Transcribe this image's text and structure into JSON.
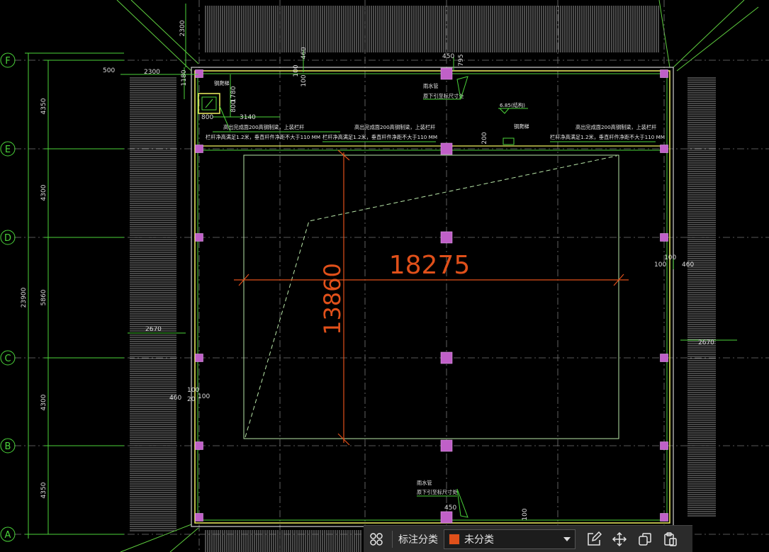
{
  "grid": {
    "axes": [
      "F",
      "E",
      "D",
      "C",
      "B",
      "A"
    ],
    "left_dims": [
      "4350",
      "4300",
      "5860",
      "4300",
      "4350"
    ],
    "total_dim": "23900"
  },
  "dims": {
    "top_2300": "2300",
    "top_500": "500",
    "top_2300b": "2300",
    "d1180": "1180",
    "d1780": "1780",
    "d800": "800",
    "d800b": "800",
    "d3140": "3140",
    "d460a": "460",
    "d100a": "100",
    "d100b": "100",
    "d450a": "450",
    "d795": "795",
    "d200": "200",
    "d100c": "100",
    "d100d": "100",
    "d460b": "460",
    "d2670a": "2670",
    "d2670b": "2670",
    "d460c": "460",
    "d100e": "100",
    "d20": "20",
    "d100f": "100",
    "d450b": "450",
    "d100g": "100"
  },
  "notes": {
    "railing_label": "钢爬梯",
    "note_left_1": "高出完成面200高钢制梁，上装栏杆",
    "note_left_2": "栏杆净高满足1.2米，垂直杆件净距不大于110 MM",
    "note_mid_1": "高出完成面200高钢制梁，上装栏杆",
    "note_mid_2": "栏杆净高满足1.2米，垂直杆件净距不大于110 MM",
    "note_right_1": "高出完成面200高钢制梁，上装栏杆",
    "note_right_2": "栏杆净高满足1.2米，垂直杆件净距不大于110 MM",
    "downpipe_top_1": "雨水管",
    "downpipe_top_2": "原下引至标尺寸处",
    "downpipe_bot_1": "雨水管",
    "downpipe_bot_2": "原下引至标尺寸处",
    "elevation": "6.85(结构)",
    "ladder": "钢爬梯"
  },
  "measure": {
    "width": "18275",
    "height": "13860"
  },
  "toolbar": {
    "category_label": "标注分类",
    "selected": "未分类",
    "swatch_color": "#e0501a"
  },
  "colors": {
    "grid_green": "#4bd43a",
    "yellow": "#f0f060",
    "magenta": "#c060c8",
    "measure": "#e0501a"
  }
}
